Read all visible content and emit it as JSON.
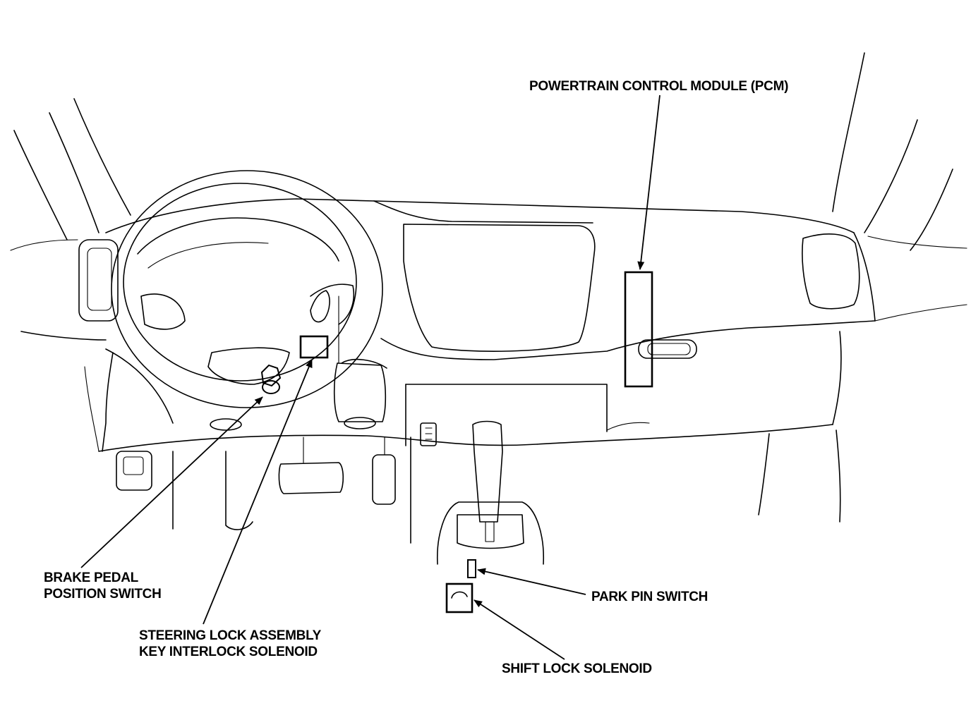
{
  "labels": {
    "pcm": "POWERTRAIN CONTROL MODULE (PCM)",
    "brake_pedal_line1": "BRAKE PEDAL",
    "brake_pedal_line2": "POSITION SWITCH",
    "steering_lock_line1": "STEERING LOCK ASSEMBLY",
    "steering_lock_line2": "KEY INTERLOCK SOLENOID",
    "park_pin": "PARK PIN SWITCH",
    "shift_lock": "SHIFT LOCK SOLENOID"
  }
}
